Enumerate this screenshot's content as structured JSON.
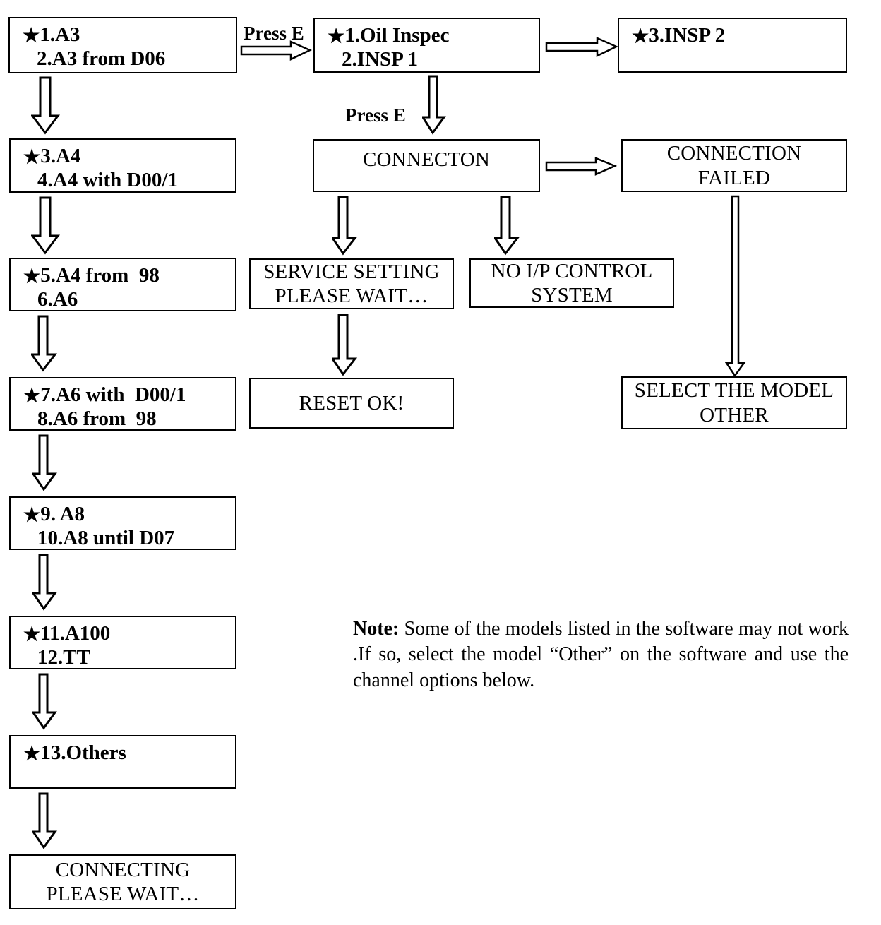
{
  "diagram": {
    "title": "Menu navigation flowchart",
    "star_glyph": "★",
    "boxes": {
      "model_a3": {
        "line1_star": "★",
        "line1": "1.A3",
        "line2": "2.A3 from D06"
      },
      "model_a4": {
        "line1_star": "★",
        "line1": "3.A4",
        "line2": "4.A4 with D00/1"
      },
      "model_a4_98": {
        "line1_star": "★",
        "line1": "5.A4 from  98",
        "line2": "6.A6"
      },
      "model_a6": {
        "line1_star": "★",
        "line1": "7.A6 with  D00/1",
        "line2": "8.A6 from  98"
      },
      "model_a8": {
        "line1_star": "★",
        "line1": "9. A8",
        "line2": "10.A8 until D07"
      },
      "model_a100": {
        "line1_star": "★",
        "line1": "11.A100",
        "line2": "12.TT"
      },
      "model_others": {
        "line1_star": "★",
        "line1": "13.Others",
        "line2": ""
      },
      "connecting": {
        "line1": "CONNECTING",
        "line2": "PLEASE WAIT…"
      },
      "oil_inspec": {
        "line1_star": "★",
        "line1": "1.Oil Inspec",
        "line2": "2.INSP 1"
      },
      "insp2": {
        "line1_star": "★",
        "line1": "3.INSP 2",
        "line2": ""
      },
      "connecton": {
        "line1": "CONNECTON",
        "line2": ""
      },
      "connection_failed": {
        "line1": "CONNECTION",
        "line2": "FAILED"
      },
      "service_setting": {
        "line1": "SERVICE SETTING",
        "line2": "PLEASE WAIT…"
      },
      "no_ip_control": {
        "line1": "NO I/P CONTROL",
        "line2": "SYSTEM"
      },
      "reset_ok": {
        "line1": "RESET OK!",
        "line2": ""
      },
      "select_model_other": {
        "line1": "SELECT THE MODEL",
        "line2": "OTHER"
      }
    },
    "labels": {
      "press_e_horizontal": "Press E",
      "press_e_vertical": "Press E"
    },
    "note": {
      "prefix": "Note:",
      "body": " Some of the models listed in the software may not work .If so, select the model  “Other” on the software and use the channel options below."
    },
    "colors": {
      "stroke": "#000000",
      "background": "#ffffff",
      "text": "#000000"
    }
  }
}
